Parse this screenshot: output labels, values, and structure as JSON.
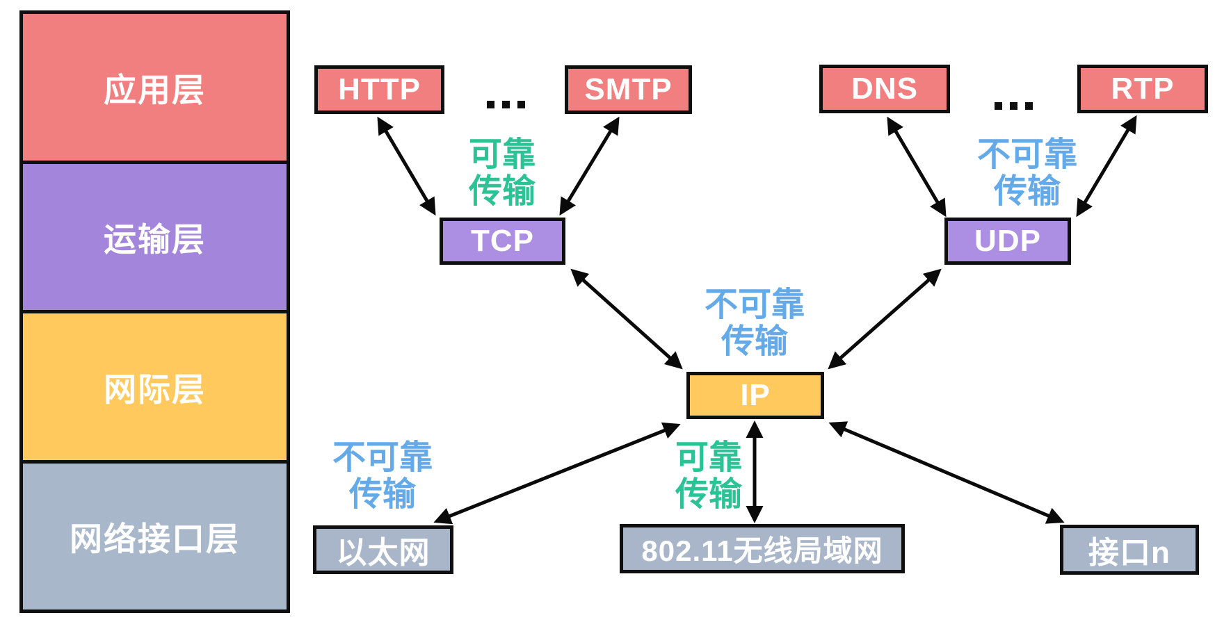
{
  "palette": {
    "application_red": "#F17F7F",
    "transport_layer_purple": "#A385DB",
    "transport_box_purple": "#AC8EE2",
    "internet_yellow": "#FFC95E",
    "interface_gray": "#A9B6C9",
    "reliable_green": "#2BC295",
    "unreliable_blue": "#64A9E8",
    "border_black": "#0f0f0f",
    "text_white": "#ffffff",
    "background": "#ffffff"
  },
  "stack": {
    "layers": [
      {
        "label": "应用层"
      },
      {
        "label": "运输层"
      },
      {
        "label": "网际层"
      },
      {
        "label": "网络接口层"
      }
    ]
  },
  "protocols": {
    "http": "HTTP",
    "smtp": "SMTP",
    "dns": "DNS",
    "rtp": "RTP",
    "tcp": "TCP",
    "udp": "UDP",
    "ip": "IP",
    "ethernet": "以太网",
    "wlan": "802.11无线局域网",
    "interface_n": "接口n"
  },
  "ellipsis": "...",
  "annotations": {
    "reliable_tcp": {
      "line1": "可靠",
      "line2": "传输",
      "applies_to": "TCP"
    },
    "unreliable_udp": {
      "line1": "不可靠",
      "line2": "传输",
      "applies_to": "UDP"
    },
    "unreliable_ip": {
      "line1": "不可靠",
      "line2": "传输",
      "applies_to": "IP"
    },
    "unreliable_ethernet": {
      "line1": "不可靠",
      "line2": "传输",
      "applies_to": "以太网"
    },
    "reliable_wlan": {
      "line1": "可靠",
      "line2": "传输",
      "applies_to": "802.11无线局域网"
    }
  },
  "connections": [
    {
      "from": "HTTP",
      "to": "TCP",
      "bidirectional": true
    },
    {
      "from": "SMTP",
      "to": "TCP",
      "bidirectional": true
    },
    {
      "from": "DNS",
      "to": "UDP",
      "bidirectional": true
    },
    {
      "from": "RTP",
      "to": "UDP",
      "bidirectional": true
    },
    {
      "from": "TCP",
      "to": "IP",
      "bidirectional": true
    },
    {
      "from": "UDP",
      "to": "IP",
      "bidirectional": true
    },
    {
      "from": "IP",
      "to": "以太网",
      "bidirectional": true
    },
    {
      "from": "IP",
      "to": "802.11无线局域网",
      "bidirectional": true
    },
    {
      "from": "IP",
      "to": "接口n",
      "bidirectional": true
    }
  ]
}
